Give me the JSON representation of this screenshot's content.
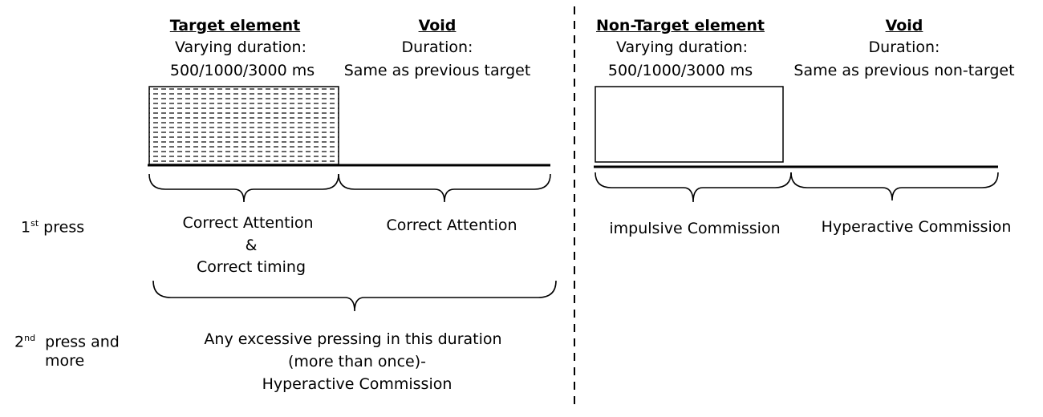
{
  "left": {
    "target": {
      "heading": "Target element",
      "line1": "Varying duration:",
      "line2": "500/1000/3000  ms"
    },
    "void": {
      "heading": "Void",
      "line1": "Duration:",
      "line2": "Same as previous target"
    },
    "target_first_press": {
      "line1": "Correct Attention",
      "line2": "&",
      "line3": "Correct timing"
    },
    "void_first_press": "Correct Attention",
    "second_press": {
      "line1": "Any excessive pressing in this duration",
      "line2": "(more than once)-",
      "line3": "Hyperactive Commission"
    }
  },
  "right": {
    "nontarget": {
      "heading": "Non-Target element",
      "line1": "Varying duration:",
      "line2": "500/1000/3000  ms"
    },
    "void": {
      "heading": "Void",
      "line1": "Duration:",
      "line2": "Same as previous non-target"
    },
    "nontarget_first_press": "impulsive Commission",
    "void_first_press": "Hyperactive Commission"
  },
  "rows": {
    "first_press": {
      "num": "1",
      "sup": "st",
      "rest": " press"
    },
    "second_press": {
      "num": "2",
      "sup": "nd",
      "rest": "  press and",
      "line2": "more"
    }
  }
}
